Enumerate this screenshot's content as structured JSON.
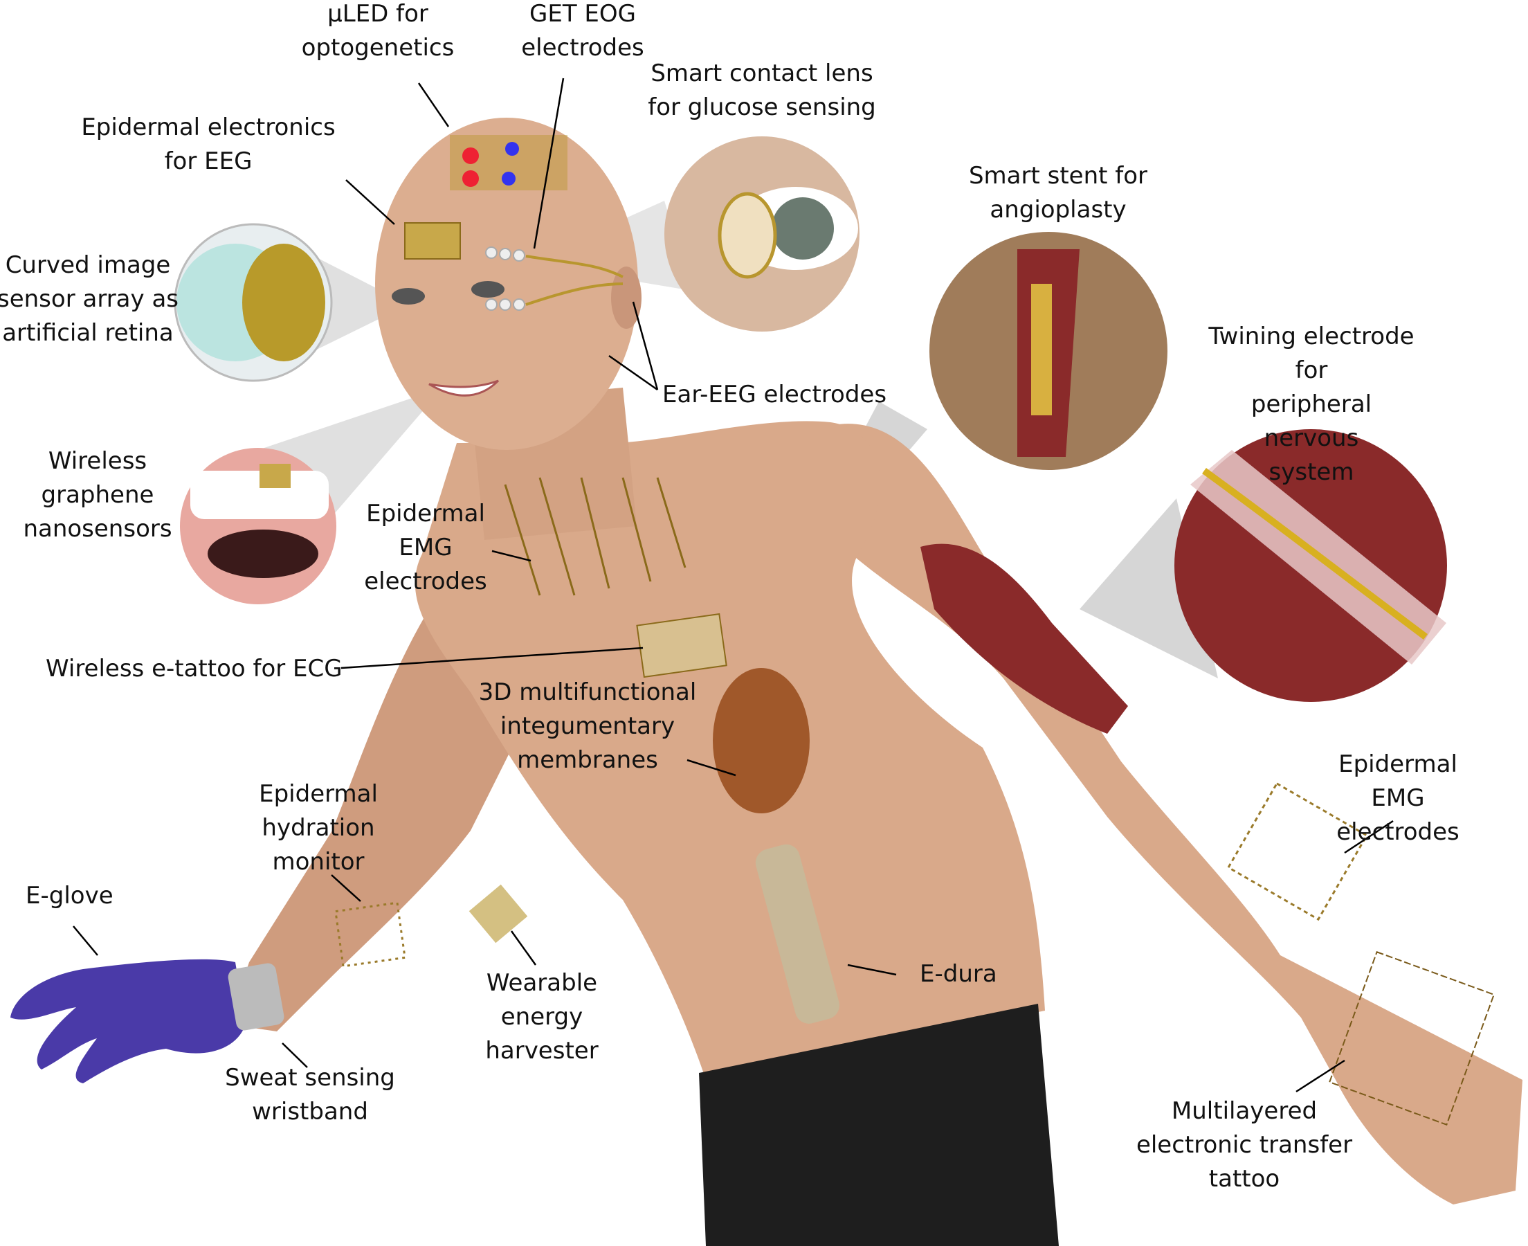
{
  "labels": {
    "uled": "μLED for\noptogenetics",
    "get_eog": "GET EOG\nelectrodes",
    "contact_lens": "Smart contact lens\nfor glucose sensing",
    "eeg": "Epidermal electronics\nfor EEG",
    "stent": "Smart stent for\nangioplasty",
    "retina": "Curved image\nsensor array as\nartificial retina",
    "twining": "Twining electrode for\nperipheral nervous\nsystem",
    "ear_eeg": "Ear-EEG electrodes",
    "graphene": "Wireless\ngraphene\nnanosensors",
    "emg_neck": "Epidermal\nEMG\nelectrodes",
    "ecg": "Wireless e-tattoo for ECG",
    "membranes": "3D multifunctional\nintegumentary\nmembranes",
    "emg_arm": "Epidermal EMG\nelectrodes",
    "hydration": "Epidermal\nhydration\nmonitor",
    "eglove": "E-glove",
    "edura": "E-dura",
    "harvester": "Wearable\nenergy\nharvester",
    "sweat": "Sweat sensing\nwristband",
    "transfer_tattoo": "Multilayered\nelectronic transfer\ntattoo"
  },
  "colors": {
    "skin": "#d9a98a",
    "skin_shadow": "#b8876a",
    "glove": "#4a3aa8",
    "shorts": "#1e1e1e",
    "gold": "#b8962e",
    "inset_bg": "#a07c5a",
    "tissue": "#8a2a2a"
  }
}
